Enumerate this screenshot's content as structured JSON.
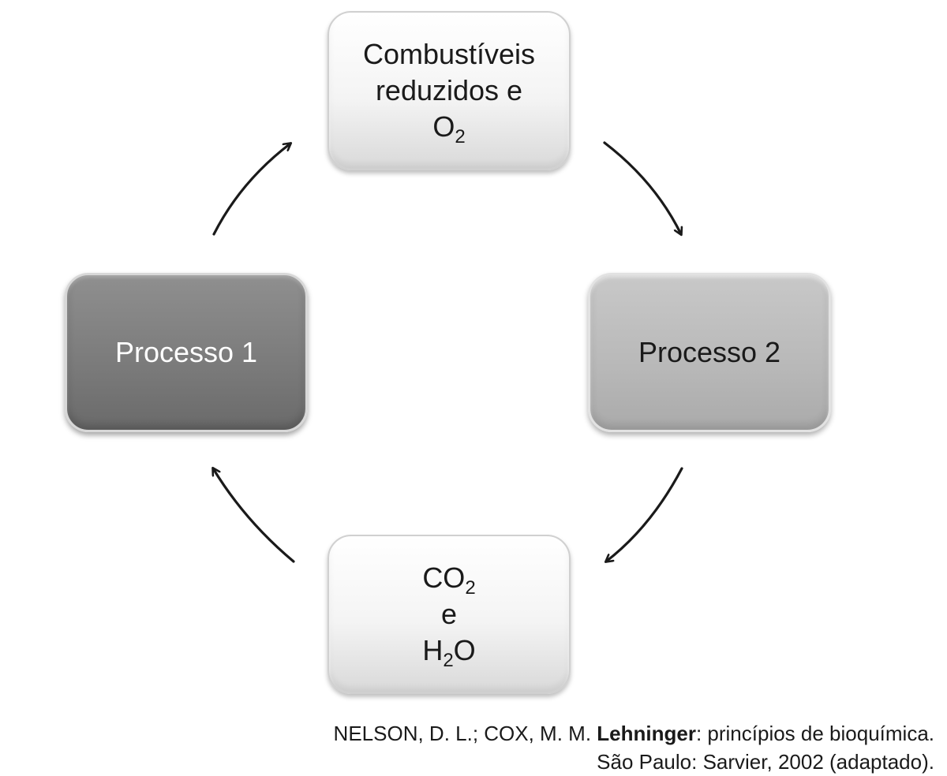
{
  "diagram": {
    "top_box": {
      "line1": "Combustíveis",
      "line2": "reduzidos e",
      "line3_main": "O",
      "line3_sub": "2"
    },
    "left_box": {
      "label": "Processo 1"
    },
    "right_box": {
      "label": "Processo 2"
    },
    "bottom_box": {
      "line1_main": "CO",
      "line1_sub": "2",
      "line2": "e",
      "line3_main": "H",
      "line3_sub": "2",
      "line3_end": "O"
    },
    "colors": {
      "processo1_fill": "#7d7d7d",
      "processo2_fill": "#b9b9b9",
      "light_box_fill": "#f2f2f2",
      "arrow": "#1a1a1a"
    }
  },
  "citation": {
    "part1": "NELSON, D. L.; COX, M. M. ",
    "bold": "Lehninger",
    "part2": ": princípios de bioquímica.",
    "line2": "São Paulo: Sarvier, 2002 (adaptado)."
  }
}
